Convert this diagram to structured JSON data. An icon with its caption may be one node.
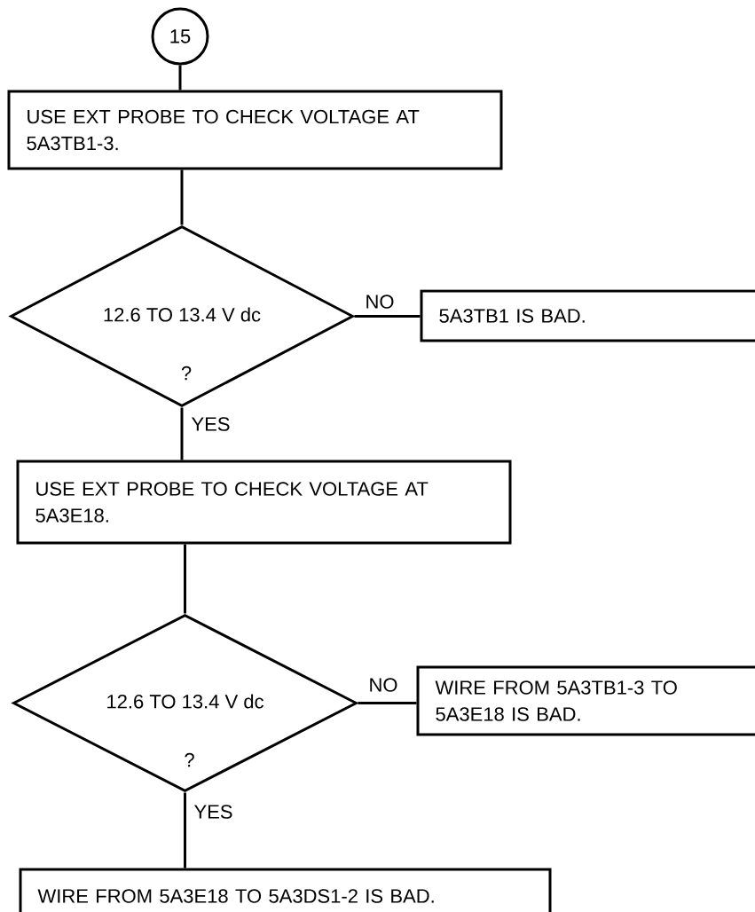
{
  "diagram": {
    "nodes": [
      {
        "text": [
          "15"
        ]
      },
      {
        "text": [
          "USE EXT PROBE TO CHECK VOLTAGE AT 5A3TB1-3."
        ]
      },
      {
        "text": [
          "12.6 TO 13.4 V dc",
          "?"
        ]
      },
      {
        "text": [
          "5A3TB1 IS BAD."
        ]
      },
      {
        "text": [
          "USE EXT PROBE TO CHECK VOLTAGE AT 5A3E18."
        ]
      },
      {
        "text": [
          "12.6 TO 13.4 V dc",
          "?"
        ]
      },
      {
        "text": [
          "WIRE FROM 5A3TB1-3 TO 5A3E18 IS BAD."
        ]
      },
      {
        "text": [
          "WIRE FROM 5A3E18 TO 5A3DS1-2 IS BAD."
        ]
      }
    ],
    "edges": [
      {
        "from": 0,
        "to": 1,
        "arrow": "none"
      },
      {
        "from": 1,
        "to": 2,
        "arrow": "none"
      },
      {
        "from": 2,
        "to": 3,
        "arrow": "none",
        "label": "NO"
      },
      {
        "from": 2,
        "to": 4,
        "arrow": "none",
        "label": "YES"
      },
      {
        "from": 4,
        "to": 5,
        "arrow": "none"
      },
      {
        "from": 5,
        "to": 6,
        "arrow": "none",
        "label": "NO"
      },
      {
        "from": 5,
        "to": 7,
        "arrow": "none",
        "label": "YES"
      }
    ]
  }
}
